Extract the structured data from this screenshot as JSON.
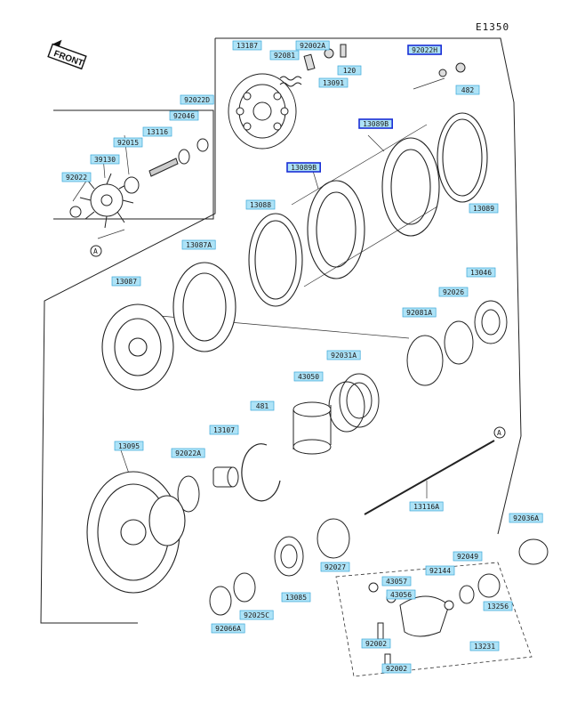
{
  "diagram_code": "E1350",
  "front_label": "FRONT",
  "ref_marker": "A",
  "colors": {
    "label_fill": "#aee3f7",
    "label_stroke": "#3aa6d8",
    "highlight_stroke": "#1a2fd6",
    "ink": "#1a1a1a"
  },
  "parts": [
    {
      "id": "13187",
      "highlight": false
    },
    {
      "id": "92002A",
      "highlight": false
    },
    {
      "id": "92081",
      "highlight": false
    },
    {
      "id": "120",
      "highlight": false
    },
    {
      "id": "13091",
      "highlight": false
    },
    {
      "id": "92022H",
      "highlight": true
    },
    {
      "id": "482",
      "highlight": false
    },
    {
      "id": "92022D",
      "highlight": false
    },
    {
      "id": "92046",
      "highlight": false
    },
    {
      "id": "13116",
      "highlight": false
    },
    {
      "id": "92015",
      "highlight": false
    },
    {
      "id": "39130",
      "highlight": false
    },
    {
      "id": "92022",
      "highlight": false
    },
    {
      "id": "13089B",
      "highlight": true
    },
    {
      "id": "13089",
      "highlight": false
    },
    {
      "id": "13089B",
      "highlight": true
    },
    {
      "id": "13088",
      "highlight": false
    },
    {
      "id": "13087A",
      "highlight": false
    },
    {
      "id": "13087",
      "highlight": false
    },
    {
      "id": "13046",
      "highlight": false
    },
    {
      "id": "92026",
      "highlight": false
    },
    {
      "id": "92081A",
      "highlight": false
    },
    {
      "id": "92031A",
      "highlight": false
    },
    {
      "id": "43050",
      "highlight": false
    },
    {
      "id": "481",
      "highlight": false
    },
    {
      "id": "13107",
      "highlight": false
    },
    {
      "id": "13095",
      "highlight": false
    },
    {
      "id": "92022A",
      "highlight": false
    },
    {
      "id": "13116A",
      "highlight": false
    },
    {
      "id": "92036A",
      "highlight": false
    },
    {
      "id": "92027",
      "highlight": false
    },
    {
      "id": "43057",
      "highlight": false
    },
    {
      "id": "92144",
      "highlight": false
    },
    {
      "id": "92049",
      "highlight": false
    },
    {
      "id": "43056",
      "highlight": false
    },
    {
      "id": "13256",
      "highlight": false
    },
    {
      "id": "13085",
      "highlight": false
    },
    {
      "id": "92066A",
      "highlight": false
    },
    {
      "id": "92025C",
      "highlight": false
    },
    {
      "id": "92002",
      "highlight": false
    },
    {
      "id": "13231",
      "highlight": false
    },
    {
      "id": "92002",
      "highlight": false
    }
  ]
}
